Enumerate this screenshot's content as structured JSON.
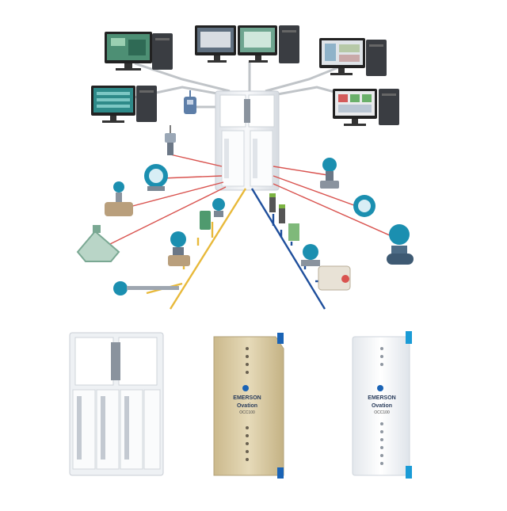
{
  "colors": {
    "network_line": "#c0c4c8",
    "wired_yellow": "#e8b93a",
    "wired_blue": "#1f4f9c",
    "wireless_red": "#d9534f",
    "emerson_blue": "#1a63b5",
    "device_teal": "#1b8fb0",
    "beige_module": "#d8c9a3",
    "white_module": "#f4f6f8"
  },
  "workstations": [
    {
      "name": "workstation-top-left",
      "screen": "process-graphics-green"
    },
    {
      "name": "workstation-top-center",
      "screen": "dual-monitor-schematic"
    },
    {
      "name": "workstation-top-right",
      "screen": "process-graphics-light"
    },
    {
      "name": "workstation-mid-left",
      "screen": "trend-display-teal"
    },
    {
      "name": "workstation-mid-right",
      "screen": "alarm-overview"
    }
  ],
  "controller": {
    "name": "ovation-controller-cabinet"
  },
  "field_devices": [
    "wireless-gateway-icon",
    "wireless-transmitter-icon",
    "flow-transmitter-icon",
    "control-valve-icon",
    "coriolis-meter-icon",
    "temperature-probe-icon",
    "pressure-transmitter-icon",
    "valve-positioner-icon",
    "magnetic-flowmeter-icon",
    "level-sensor-icon",
    "actuator-icon"
  ],
  "products": {
    "beige_module": {
      "brand": "EMERSON",
      "product_line": "Ovation",
      "model": "OCC100"
    },
    "white_module": {
      "brand": "EMERSON",
      "product_line": "Ovation",
      "model": "OCC100"
    }
  }
}
